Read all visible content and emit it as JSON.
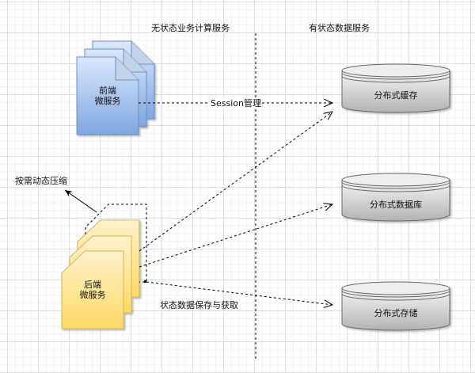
{
  "headers": {
    "stateless": "无状态业务计算服务",
    "stateful": "有状态数据服务"
  },
  "frontend": {
    "line1": "前端",
    "line2": "微服务",
    "color_top": "#dae8fc",
    "color_bottom": "#7ea6e0",
    "stroke": "#6c8ebf"
  },
  "backend": {
    "line1": "后端",
    "line2": "微服务",
    "color_top": "#fff2cc",
    "color_bottom": "#ffd966",
    "stroke": "#d6b656"
  },
  "stores": [
    {
      "label": "分布式缓存"
    },
    {
      "label": "分布式数据库"
    },
    {
      "label": "分布式存储"
    }
  ],
  "edges": {
    "session": "Session管理",
    "state_data": "状态数据保存与获取",
    "scale": "按需动态压缩"
  }
}
